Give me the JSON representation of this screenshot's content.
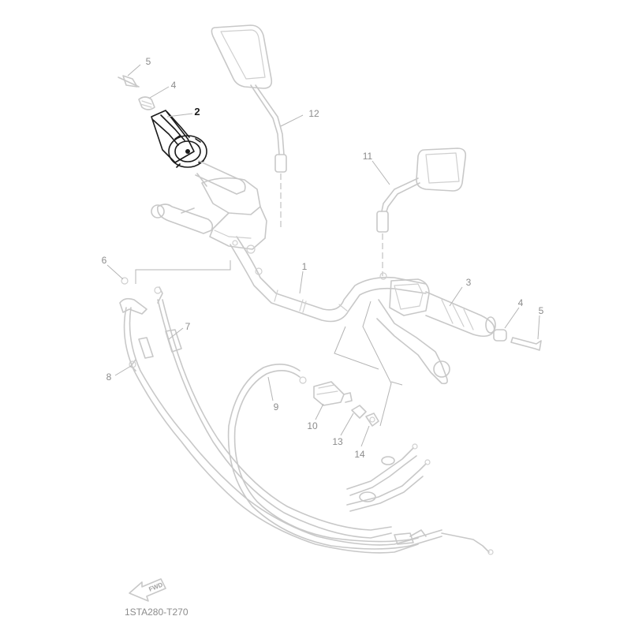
{
  "diagram": {
    "highlighted_part": "2",
    "drawing_code": "1STA280-T270",
    "fwd_label": "FWD",
    "callouts": [
      {
        "id": "c1",
        "number": "1"
      },
      {
        "id": "c2",
        "number": "2"
      },
      {
        "id": "c3",
        "number": "3"
      },
      {
        "id": "c4a",
        "number": "4"
      },
      {
        "id": "c4b",
        "number": "4"
      },
      {
        "id": "c5a",
        "number": "5"
      },
      {
        "id": "c5b",
        "number": "5"
      },
      {
        "id": "c6",
        "number": "6"
      },
      {
        "id": "c7",
        "number": "7"
      },
      {
        "id": "c8",
        "number": "8"
      },
      {
        "id": "c9",
        "number": "9"
      },
      {
        "id": "c10",
        "number": "10"
      },
      {
        "id": "c11",
        "number": "11"
      },
      {
        "id": "c12",
        "number": "12"
      },
      {
        "id": "c13",
        "number": "13"
      },
      {
        "id": "c14",
        "number": "14"
      }
    ],
    "colors": {
      "line_art": "#c8c8c8",
      "highlight": "#1a1a1a",
      "label": "#8c8c8c",
      "background": "#ffffff"
    }
  }
}
